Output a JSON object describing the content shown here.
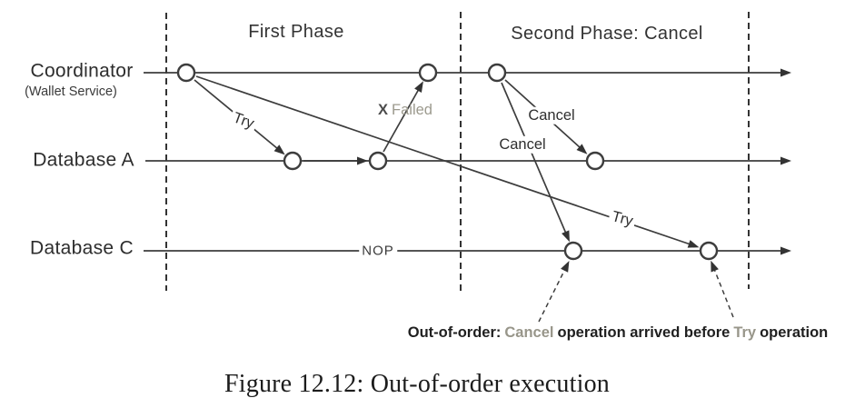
{
  "diagram": {
    "phase_labels": {
      "first": "First Phase",
      "second": "Second Phase: Cancel"
    },
    "lanes": {
      "coordinator": {
        "label": "Coordinator",
        "sublabel": "(Wallet Service)"
      },
      "database_a": {
        "label": "Database A"
      },
      "database_c": {
        "label": "Database C"
      }
    },
    "messages": {
      "try_phase1": "Try",
      "failed_mark": "X",
      "failed_label": "Failed",
      "cancel_to_db_a": "Cancel",
      "cancel_to_db_c": "Cancel",
      "try_delayed": "Try",
      "nop": "NOP"
    },
    "annotation": {
      "prefix": "Out-of-order:",
      "cancel_word": "Cancel",
      "middle": "operation arrived before",
      "try_word": "Try",
      "suffix": "operation"
    },
    "colors": {
      "ink": "#3d3d3d",
      "text": "#2d2d2d",
      "muted": "#98968a",
      "background": "#ffffff"
    }
  },
  "caption": "Figure 12.12: Out-of-order execution"
}
